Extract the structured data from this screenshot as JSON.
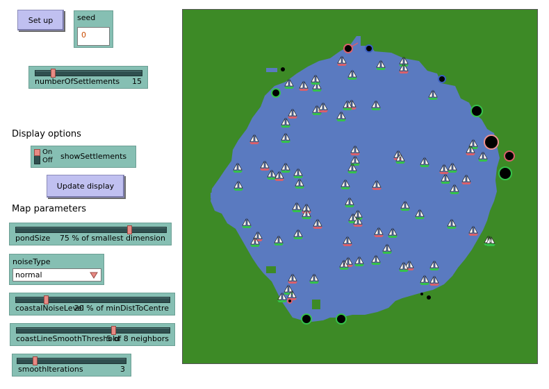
{
  "buttons": {
    "setup": "Set up",
    "update_display": "Update display"
  },
  "seed": {
    "label": "seed",
    "value": "0"
  },
  "sliders": {
    "numberOfSettlements": {
      "name": "numberOfSettlements",
      "value": 15,
      "display": "15"
    },
    "pondSize": {
      "name": "pondSize",
      "value": 75,
      "display": "75 % of smallest dimension"
    },
    "coastalNoiseLevel": {
      "name": "coastalNoiseLevel",
      "value": 20,
      "display": "20 % of minDistToCentre"
    },
    "coastLineSmoothThreshold": {
      "name": "coastLineSmoothThreshold",
      "value": 5,
      "display": "5 of 8 neighbors"
    },
    "smoothIterations": {
      "name": "smoothIterations",
      "value": 3,
      "display": "3"
    }
  },
  "sections": {
    "display_options": "Display options",
    "map_parameters": "Map parameters"
  },
  "switch": {
    "on": "On",
    "off": "Off",
    "label": "showSettlements",
    "state": "on"
  },
  "chooser": {
    "label": "noiseType",
    "value": "normal"
  },
  "colors": {
    "land": "#3d8a26",
    "water": "#5a7ac0",
    "button": "#c0c0f0",
    "widget": "#86bfb3",
    "slider_thumb": "#e88a84",
    "settlement_fill": "#000000",
    "settlement_ring_green": "#35c24a",
    "settlement_ring_red": "#d9606b",
    "settlement_ring_blue": "#3a5fc0"
  }
}
